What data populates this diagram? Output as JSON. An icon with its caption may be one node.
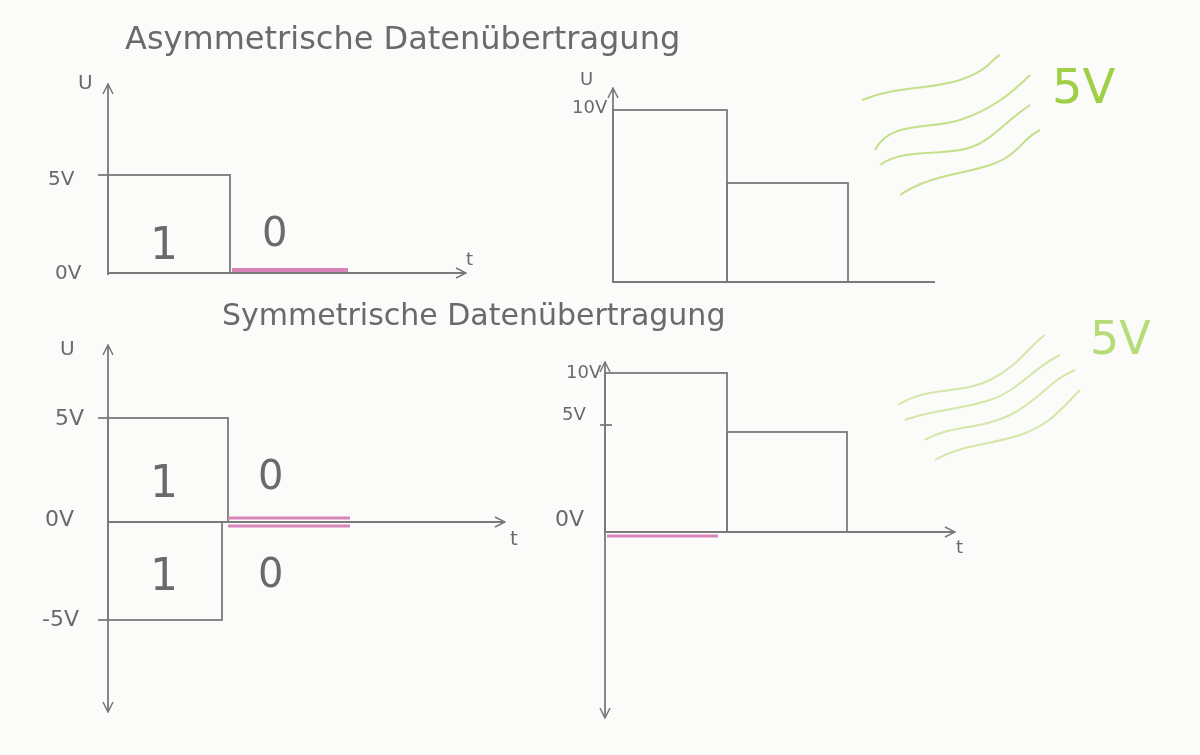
{
  "diagram": {
    "title": "Asymmetrische Datenübertragung",
    "labels": [
      "U",
      "5V",
      "1",
      "0",
      "0V",
      "t",
      "U",
      "10V",
      "5V",
      "Symmetrische Datenübertragung",
      "U",
      "10V",
      "5V",
      "5V",
      "5V",
      "1",
      "0",
      "0V",
      "0V",
      "t",
      "t",
      "1",
      "0",
      "-5V"
    ]
  }
}
